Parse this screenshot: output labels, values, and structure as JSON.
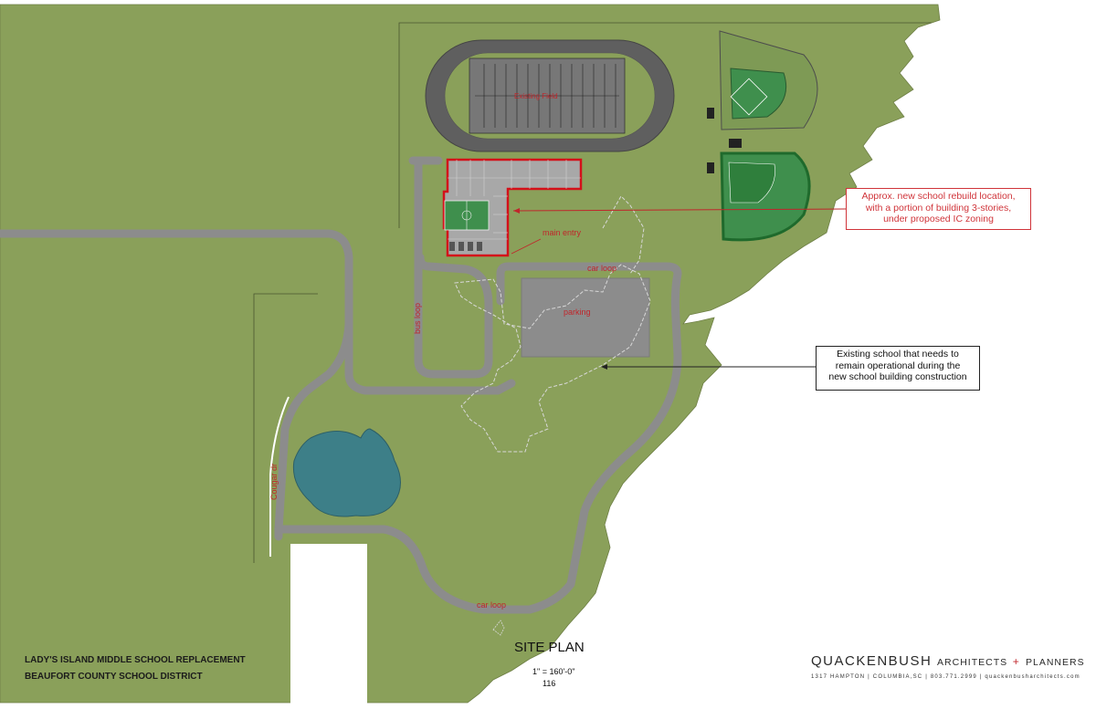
{
  "labels": {
    "existing_field": "Existing Field",
    "main_entry": "main entry",
    "car_loop_top": "car loop",
    "parking": "parking",
    "bus_loop": "bus loop",
    "cougar_dr": "Cougar dr",
    "car_loop_bottom": "car loop"
  },
  "callouts": {
    "new_school": [
      "Approx. new school rebuild location,",
      "with a portion of building 3-stories,",
      "under proposed IC zoning"
    ],
    "existing_school": [
      "Existing school that needs to",
      "remain operational during the",
      "new school building construction"
    ]
  },
  "title_block": {
    "project": "LADY'S ISLAND MIDDLE SCHOOL REPLACEMENT",
    "client": "BEAUFORT COUNTY SCHOOL DISTRICT",
    "sheet_title": "SITE PLAN",
    "scale": "1\" = 160'-0\"",
    "sheet_number": "116"
  },
  "firm": {
    "name": "QUACKENBUSH",
    "sub1": "ARCHITECTS",
    "plus": "+",
    "sub2": "PLANNERS",
    "address": "1317 HAMPTON  |  COLUMBIA,SC  |  803.771.2999  |  quackenbusharchitects.com"
  },
  "colors": {
    "grass": "#8aa05a",
    "road": "#8c8c8c",
    "pond": "#3d7f88",
    "field_green": "#3f8f4d",
    "red": "#c0262b"
  }
}
